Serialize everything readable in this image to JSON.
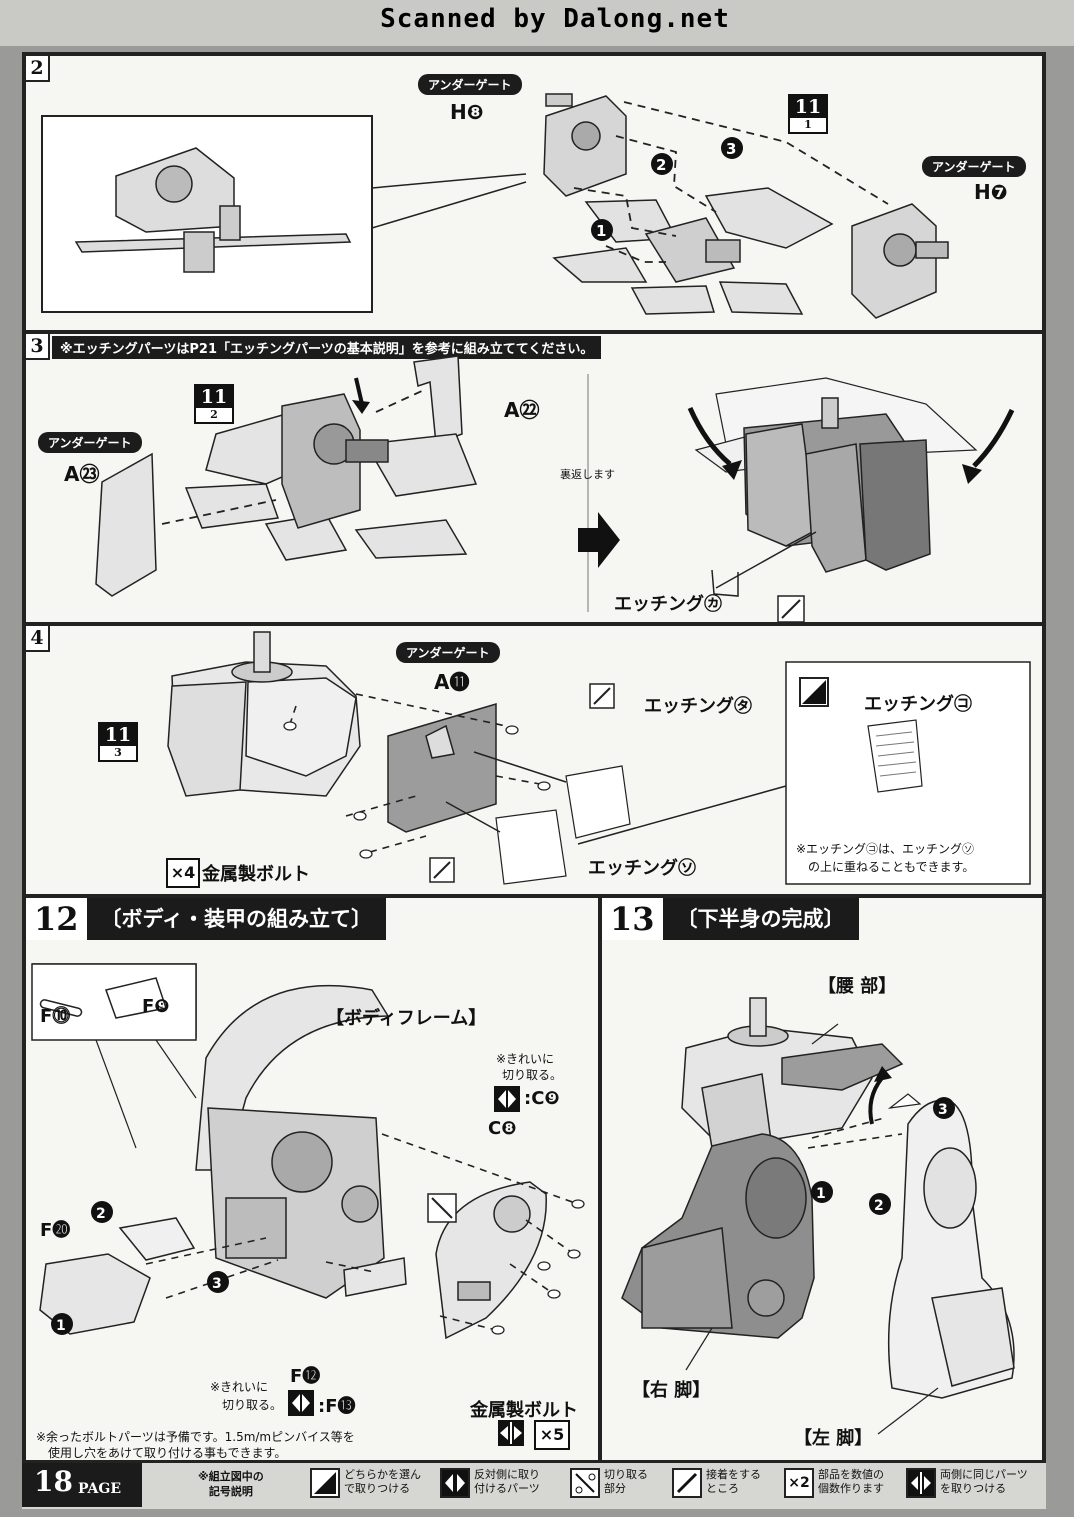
{
  "header": {
    "scan_credit": "Scanned by Dalong.net"
  },
  "step2": {
    "number": "2",
    "box_top": "11",
    "box_bottom": "1",
    "tag_a": "アンダーゲート",
    "part_a": "H❽",
    "tag_b": "アンダーゲート",
    "part_b": "H❼",
    "seq": [
      "❶",
      "❷",
      "❸"
    ]
  },
  "step3": {
    "number": "3",
    "note": "※エッチングパーツはP21「エッチングパーツの基本説明」を参考に組み立ててください。",
    "box_top": "11",
    "box_bottom": "2",
    "tag": "アンダーゲート",
    "part_a23": "A㉓",
    "part_a22": "A㉒",
    "flip": "裏返します",
    "etching": "エッチング㋕"
  },
  "step4": {
    "number": "4",
    "box_top": "11",
    "box_bottom": "3",
    "tag": "アンダーゲート",
    "part": "A⓫",
    "etching_ta": "エッチング㋟",
    "etching_so": "エッチング㋞",
    "etching_ko": "エッチング㋙",
    "bolt_count": "×4",
    "bolt_label": "金属製ボルト",
    "note_line1": "※エッチング㋙は、エッチング㋞",
    "note_line2": "の上に重ねることもできます。"
  },
  "step12": {
    "number": "12",
    "title": "〔ボディ・装甲の組み立て〕",
    "body_frame": "【ボディフレーム】",
    "f10": "F⓾",
    "f9": "F❾",
    "f20": "F⓴",
    "f12": "F⓬",
    "f13": ":F⓭",
    "c8": "C❽",
    "c9": ":C❾",
    "cut_note_a1": "※きれいに",
    "cut_note_a2": "切り取る。",
    "cut_note_b1": "※きれいに",
    "cut_note_b2": "切り取る。",
    "bolt_label": "金属製ボルト",
    "bolt_count": "×5",
    "spare_note1": "※余ったボルトパーツは予備です。1.5m/mピンバイス等を",
    "spare_note2": "使用し穴をあけて取り付ける事もできます。",
    "seq": [
      "❶",
      "❷",
      "❸"
    ]
  },
  "step13": {
    "number": "13",
    "title": "〔下半身の完成〕",
    "waist": "【腰 部】",
    "right_leg": "【右 脚】",
    "left_leg": "【左 脚】",
    "seq": [
      "❶",
      "❷",
      "❸"
    ]
  },
  "footer": {
    "page_num": "18",
    "page_word": "PAGE",
    "legend_title1": "※組立図中の",
    "legend_title2": "記号説明",
    "items": [
      {
        "icon": "choose-icon",
        "l1": "どちらかを選ん",
        "l2": "で取りつける"
      },
      {
        "icon": "mirror-icon",
        "l1": "反対側に取り",
        "l2": "付けるパーツ"
      },
      {
        "icon": "cut-icon",
        "l1": "切り取る",
        "l2": "部分"
      },
      {
        "icon": "glue-icon",
        "l1": "接着をする",
        "l2": "ところ"
      },
      {
        "icon": "count-icon",
        "label": "×2",
        "l1": "部品を数値の",
        "l2": "個数作ります"
      },
      {
        "icon": "both-sides-icon",
        "l1": "両側に同じパーツ",
        "l2": "を取りつける"
      }
    ]
  }
}
